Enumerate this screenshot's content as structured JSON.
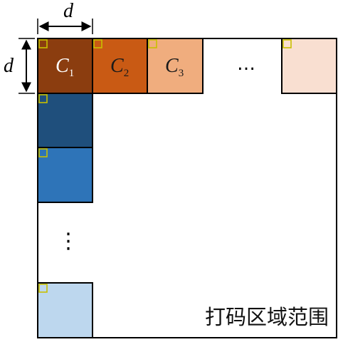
{
  "diagram": {
    "dimension": {
      "horizontal_label": "d",
      "vertical_label": "d"
    },
    "cells_top_row": [
      {
        "letter": "C",
        "subscript": "1",
        "color": "#8b3d0f",
        "text_color": "#ffffff"
      },
      {
        "letter": "C",
        "subscript": "2",
        "color": "#c95a14",
        "text_color": "#1a1a1a"
      },
      {
        "letter": "C",
        "subscript": "3",
        "color": "#f0ad7e",
        "text_color": "#1a1a1a"
      }
    ],
    "top_row_ellipsis": "…",
    "top_row_last_cell_color": "#f9dfd1",
    "cells_left_column": [
      {
        "color": "#1f4f7c"
      },
      {
        "color": "#2e74b8"
      }
    ],
    "left_column_ellipsis": "⋮",
    "left_column_last_cell_color": "#bdd7ee",
    "marker_color": "#c8c000",
    "region_label": "打码区域范围"
  }
}
